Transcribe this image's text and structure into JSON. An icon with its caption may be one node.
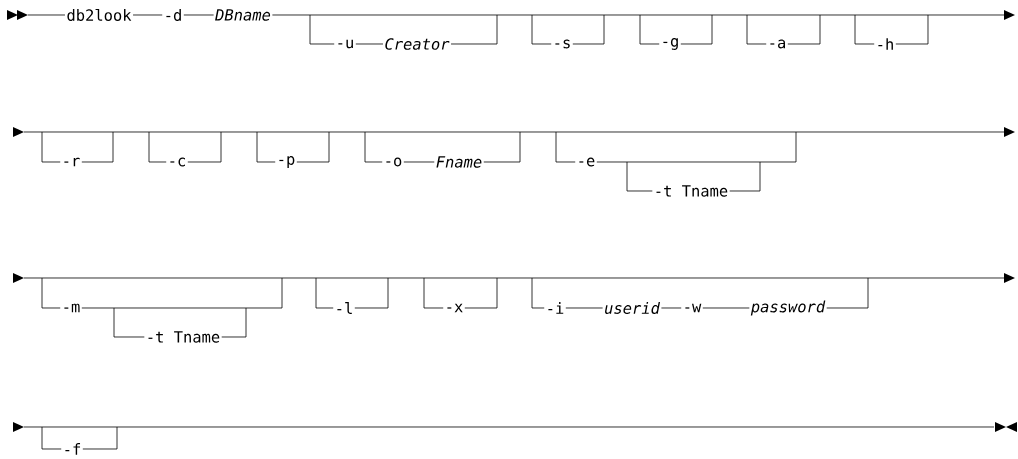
{
  "diagram": {
    "labels": [
      "db2look",
      "-d",
      "DBname",
      "-u",
      "Creator",
      "-s",
      "-g",
      "-a",
      "-h",
      "-r",
      "-c",
      "-p",
      "-o",
      "Fname",
      "-e",
      "-t Tname",
      "-m",
      "-t Tname",
      "-l",
      "-x",
      "-i",
      "userid",
      "-w",
      "password",
      "-f"
    ]
  }
}
